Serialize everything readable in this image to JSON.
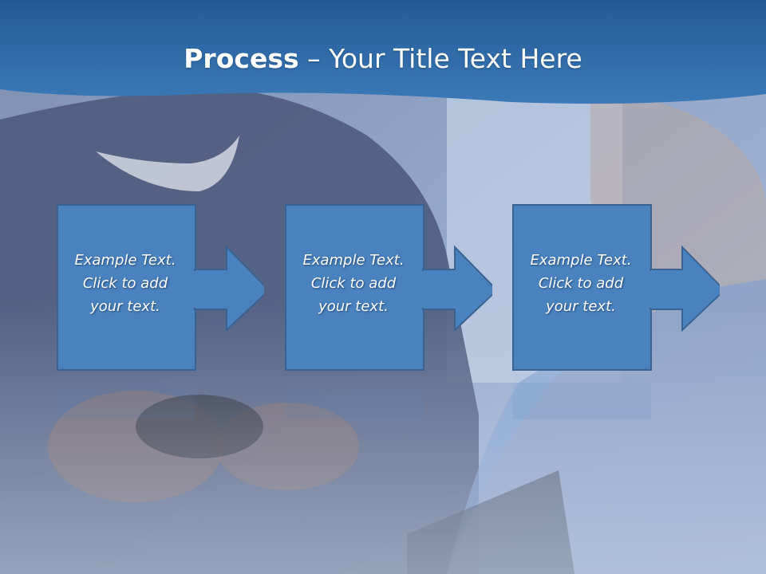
{
  "slide": {
    "title_bold": "Process",
    "title_rest": " – Your Title Text Here",
    "steps": [
      {
        "lines": [
          "Example Text.",
          "Click  to add",
          "your text."
        ]
      },
      {
        "lines": [
          "Example Text.",
          "Click  to add",
          "your text."
        ]
      },
      {
        "lines": [
          "Example Text.",
          "Click  to add",
          "your text."
        ]
      }
    ]
  },
  "colors": {
    "header": "#2f6aa8",
    "box_fill": "#4a82c0",
    "box_border": "#3a6394"
  }
}
